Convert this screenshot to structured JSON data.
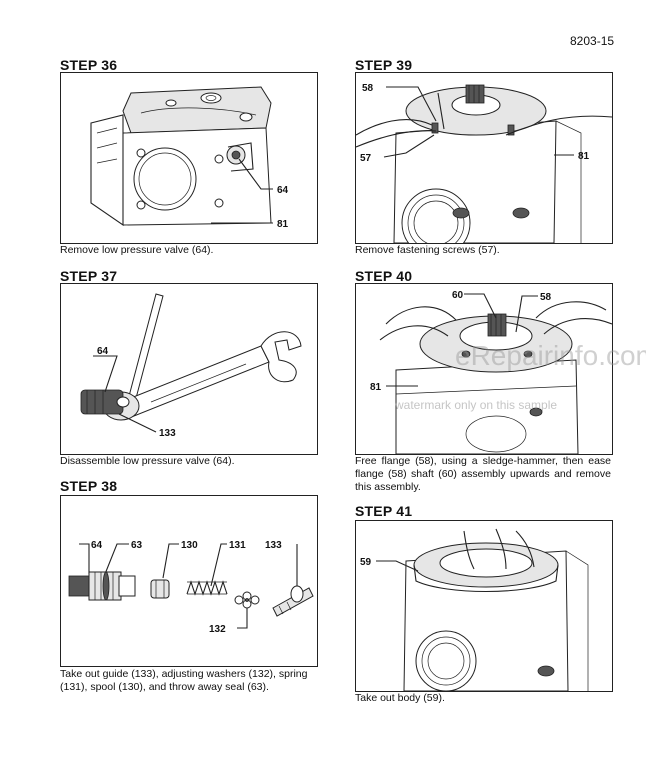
{
  "page_number": "8203-15",
  "steps": {
    "s36": {
      "title": "STEP 36",
      "caption": "Remove low pressure valve (64).",
      "callouts": [
        "64",
        "81"
      ]
    },
    "s37": {
      "title": "STEP 37",
      "caption": "Disassemble low pressure valve (64).",
      "callouts": [
        "64",
        "133"
      ]
    },
    "s38": {
      "title": "STEP 38",
      "caption": "Take out guide (133), adjusting washers (132), spring (131), spool (130), and throw away seal (63).",
      "callouts": [
        "64",
        "63",
        "130",
        "131",
        "133",
        "132"
      ]
    },
    "s39": {
      "title": "STEP 39",
      "caption": "Remove fastening screws (57).",
      "callouts": [
        "58",
        "57",
        "81"
      ]
    },
    "s40": {
      "title": "STEP 40",
      "caption": "Free flange (58), using a sledge-hammer, then ease flange (58) shaft (60) assembly upwards and remove this assembly.",
      "callouts": [
        "60",
        "58",
        "81"
      ]
    },
    "s41": {
      "title": "STEP 41",
      "caption": "Take out body (59).",
      "callouts": [
        "59"
      ]
    }
  },
  "watermark": {
    "main": "eRepairinfo.com",
    "sub": "watermark only on this sample"
  }
}
